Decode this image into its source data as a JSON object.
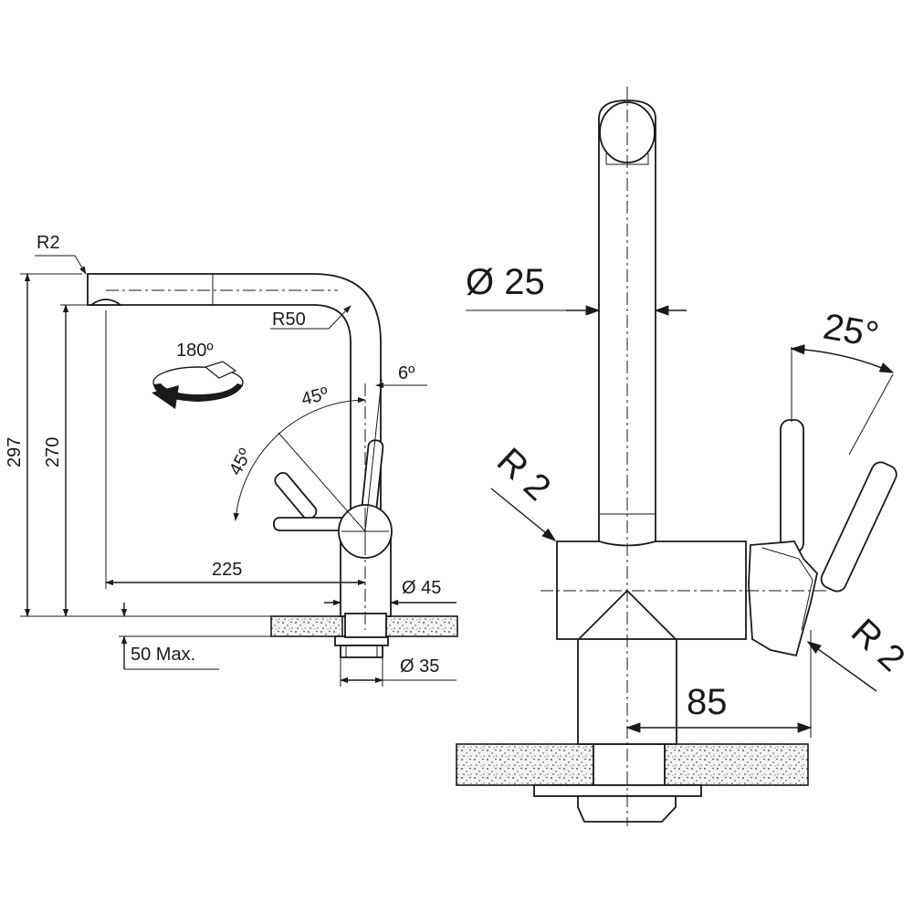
{
  "side_view": {
    "radius_spout_tip": "R2",
    "radius_bend": "R50",
    "rotation": "180º",
    "angle_lever_top": "6º",
    "angle_lever_mid": "45º",
    "angle_lever_low": "45º",
    "total_height": "297",
    "outlet_height": "270",
    "reach": "225",
    "base_diameter": "Ø 45",
    "shank_diameter": "Ø 35",
    "counter_thickness": "50 Max."
  },
  "front_view": {
    "spout_diameter": "Ø 25",
    "radius_left": "R 2",
    "radius_right": "R 2",
    "lever_angle": "25°",
    "lever_offset": "85"
  }
}
